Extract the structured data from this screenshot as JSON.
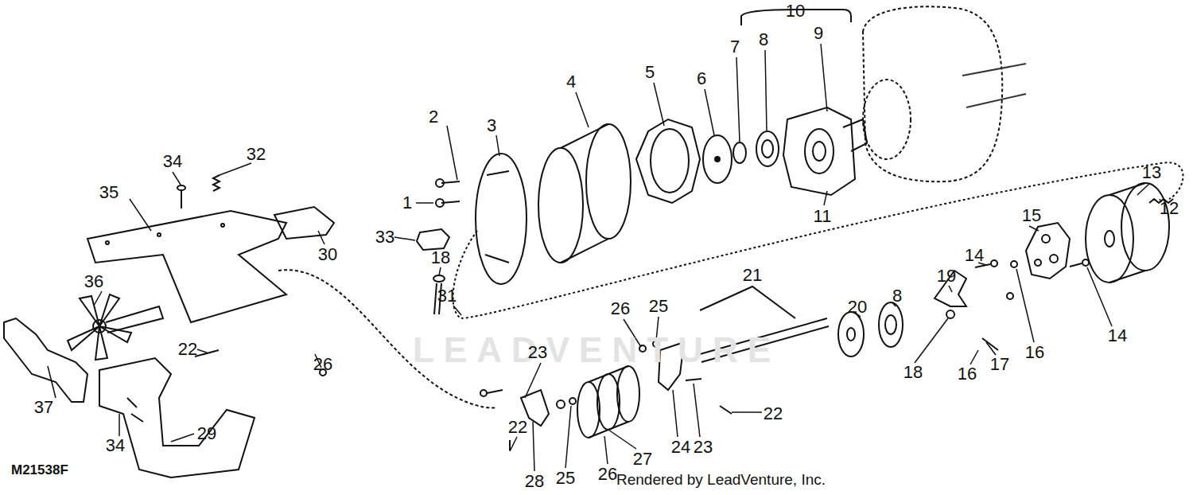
{
  "diagram": {
    "labels": [
      "10",
      "2",
      "3",
      "4",
      "5",
      "6",
      "7",
      "8",
      "9",
      "1",
      "11",
      "13",
      "12",
      "34",
      "32",
      "35",
      "30",
      "33",
      "18",
      "31",
      "36",
      "26",
      "22",
      "21",
      "20",
      "8",
      "19",
      "14",
      "15",
      "14",
      "16",
      "17",
      "16",
      "18",
      "26",
      "25",
      "23",
      "22",
      "37",
      "29",
      "34",
      "22",
      "24",
      "23",
      "27",
      "28",
      "25",
      "26",
      "M21538F",
      "Rendered by LeadVenture, Inc.",
      "LEADVENTURE"
    ]
  }
}
